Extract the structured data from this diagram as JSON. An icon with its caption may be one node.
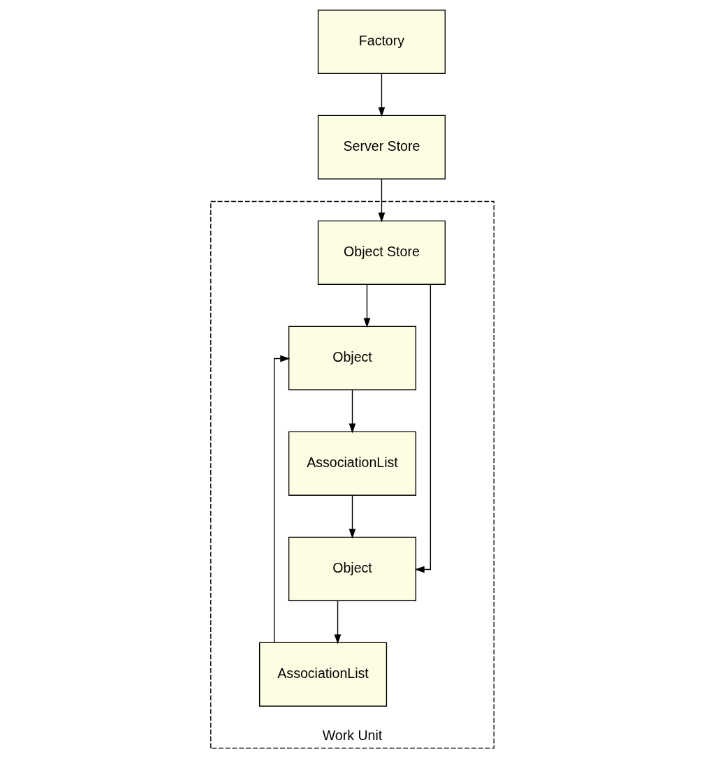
{
  "diagram": {
    "nodes": [
      {
        "text": [
          "Factory"
        ]
      },
      {
        "text": [
          "Server Store"
        ]
      },
      {
        "text": [
          "Work Unit"
        ]
      },
      {
        "text": [
          "Object Store"
        ],
        "in": 2
      },
      {
        "text": [
          "Object"
        ],
        "in": 2
      },
      {
        "text": [
          "AssociationList"
        ],
        "in": 2
      },
      {
        "text": [
          "AssociationList"
        ],
        "in": 2
      },
      {
        "text": [
          "Object"
        ],
        "in": 2
      }
    ],
    "edges": [
      {
        "from": 0,
        "to": 1,
        "arrow": "to"
      },
      {
        "from": 1,
        "to": 3,
        "arrow": "to"
      },
      {
        "from": 3,
        "to": 4,
        "arrow": "to"
      },
      {
        "from": 4,
        "to": 5,
        "arrow": "to"
      },
      {
        "from": 5,
        "to": 7,
        "arrow": "to"
      },
      {
        "from": 7,
        "to": 6,
        "arrow": "to"
      },
      {
        "from": 6,
        "to": 4,
        "arrow": "to"
      },
      {
        "from": 3,
        "to": 7,
        "arrow": "to"
      }
    ]
  }
}
